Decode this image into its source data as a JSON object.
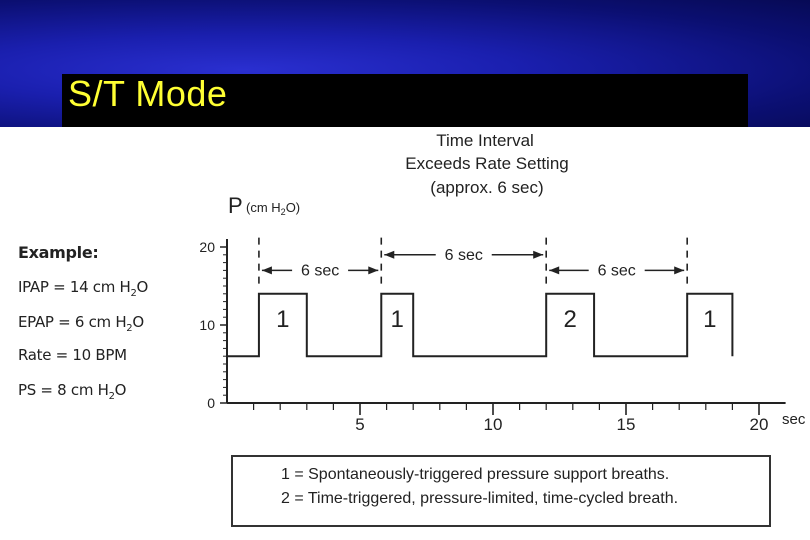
{
  "header": {
    "title": "S/T Mode"
  },
  "example": {
    "heading": "Example:",
    "items": [
      {
        "label": "IPAP = 14 cm H",
        "sub": "2",
        "tail": "O"
      },
      {
        "label": "EPAP = 6 cm H",
        "sub": "2",
        "tail": "O"
      },
      {
        "label": "Rate = 10 BPM",
        "sub": "",
        "tail": ""
      },
      {
        "label": "PS = 8 cm H",
        "sub": "2",
        "tail": "O"
      }
    ]
  },
  "annotations": {
    "time_interval": [
      "Time Interval",
      "Exceeds Rate Setting",
      "(approx. 6 sec)"
    ],
    "interval_label": "6 sec",
    "y_axis_label": "P",
    "y_axis_unit_prefix": "(cm H",
    "y_axis_unit_sub": "2",
    "y_axis_unit_suffix": "O)",
    "x_axis_unit": "sec"
  },
  "legend": {
    "lines": [
      "1 = Spontaneously-triggered pressure support breaths.",
      "2 = Time-triggered, pressure-limited, time-cycled breath."
    ]
  },
  "chart_data": {
    "type": "line",
    "x_ticks": [
      5,
      10,
      15,
      20
    ],
    "y_ticks": [
      0,
      10,
      20
    ],
    "xlim": [
      0,
      21
    ],
    "ylim": [
      0,
      20
    ],
    "baseline": 6,
    "breaths": [
      {
        "start": 1.2,
        "end": 3.0,
        "pressure": 14,
        "label": "1"
      },
      {
        "start": 5.8,
        "end": 7.0,
        "pressure": 14,
        "label": "1"
      },
      {
        "start": 12.0,
        "end": 13.8,
        "pressure": 14,
        "label": "2"
      },
      {
        "start": 17.3,
        "end": 19.0,
        "pressure": 14,
        "label": "1"
      }
    ],
    "markers": [
      1.2,
      5.8,
      12.0,
      17.3
    ],
    "intervals": [
      {
        "from": 1.2,
        "to": 5.8,
        "level": 17
      },
      {
        "from": 5.8,
        "to": 12.0,
        "level": 19
      },
      {
        "from": 12.0,
        "to": 17.3,
        "level": 17
      }
    ]
  }
}
